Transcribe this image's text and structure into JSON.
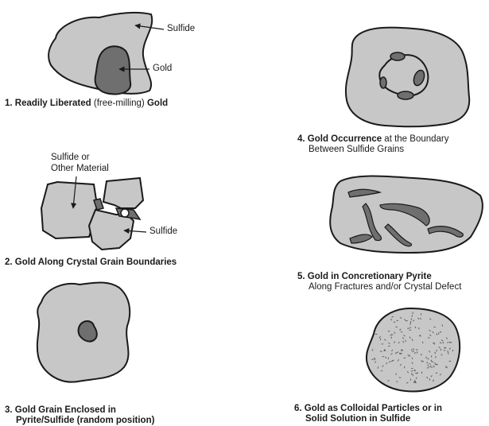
{
  "panels": [
    {
      "number": "1.",
      "caption_bold_a": "Readily Liberated",
      "caption_plain": " (free-milling) ",
      "caption_bold_b": "Gold",
      "labels": {
        "sulfide": "Sulfide",
        "gold": "Gold"
      }
    },
    {
      "number": "2.",
      "caption_bold": "Gold Along Crystal Grain Boundaries",
      "labels": {
        "other_line1": "Sulfide or",
        "other_line2": "Other Material",
        "sulfide": "Sulfide"
      }
    },
    {
      "number": "3.",
      "caption_line1": "Gold Grain Enclosed in",
      "caption_line2": "Pyrite/Sulfide (random position)"
    },
    {
      "number": "4.",
      "caption_bold": "Gold Occurrence",
      "caption_plain": " at the Boundary",
      "caption_line2": "Between Sulfide Grains"
    },
    {
      "number": "5.",
      "caption_bold": "Gold in Concretionary Pyrite",
      "caption_line2": "Along Fractures and/or Crystal Defect"
    },
    {
      "number": "6.",
      "caption_line1": "Gold as Colloidal Particles or in",
      "caption_line2": "Solid Solution in Sulfide"
    }
  ],
  "colors": {
    "sulfide_fill": "#c7c7c7",
    "gold_fill": "#6f6f6f",
    "outline": "#1a1a1a",
    "background": "#ffffff"
  }
}
